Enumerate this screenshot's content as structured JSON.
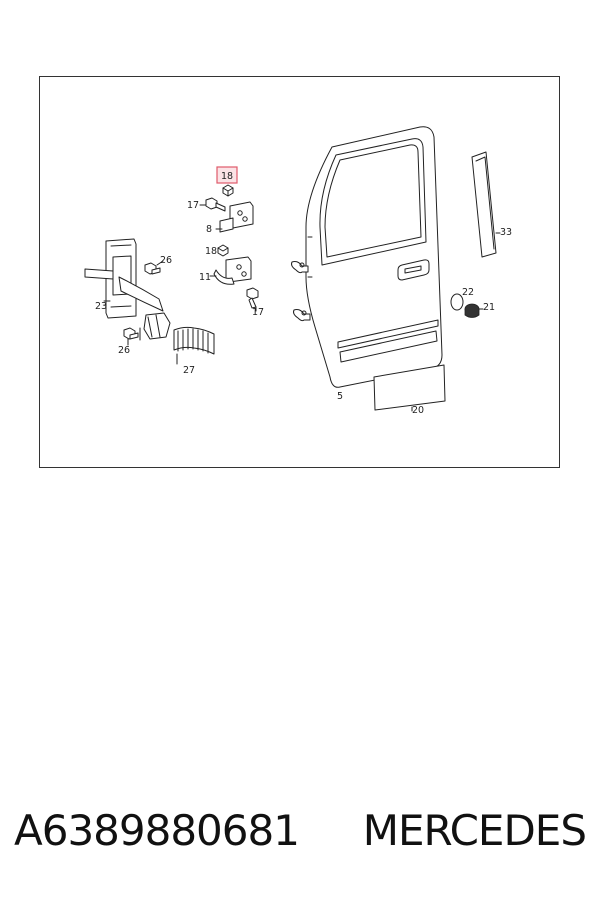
{
  "diagram": {
    "callouts": {
      "c18_top": "18",
      "c17_left": "17",
      "c8": "8",
      "c18_mid": "18",
      "c11": "11",
      "c17_bottom": "17",
      "c26_top": "26",
      "c23": "23",
      "c26_bottom": "26",
      "c27": "27",
      "c5": "5",
      "c20": "20",
      "c22": "22",
      "c21": "21",
      "c33": "33"
    },
    "highlight_color": "#e05a6a"
  },
  "footer": {
    "part_number": "A6389880681",
    "brand": "MERCEDES"
  }
}
